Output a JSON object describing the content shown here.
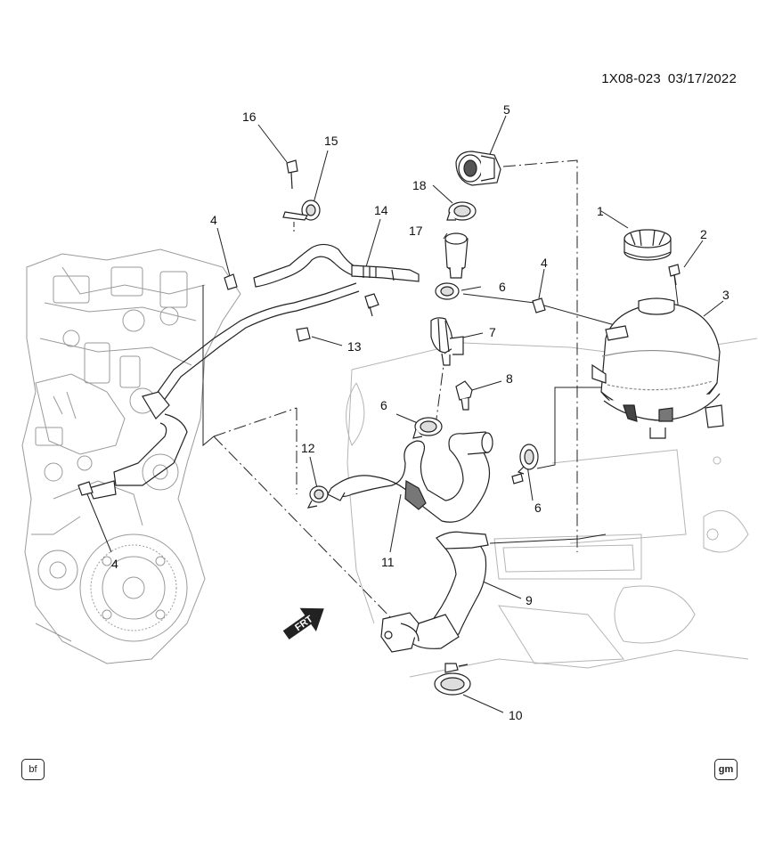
{
  "header": {
    "diagram_code": "1X08-023",
    "date": "03/17/2022"
  },
  "callouts": [
    "1",
    "2",
    "3",
    "4",
    "4",
    "4",
    "5",
    "6",
    "6",
    "6",
    "7",
    "8",
    "9",
    "10",
    "11",
    "12",
    "13",
    "14",
    "15",
    "16",
    "17",
    "18"
  ],
  "direction_marker": "FRT",
  "footer": {
    "left_badge": "bf",
    "right_badge": "gm"
  }
}
